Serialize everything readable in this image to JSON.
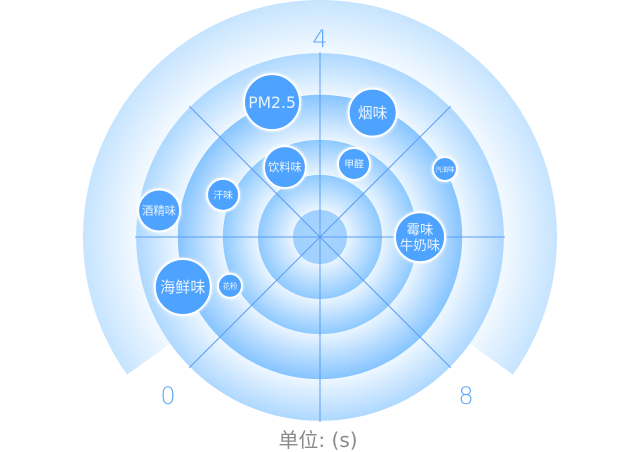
{
  "chart_data": {
    "type": "polar-bubble",
    "title": "",
    "unit_label": "单位: (s)",
    "angular_axis": {
      "min": 0,
      "max": 8,
      "tick_labels": [
        "0",
        "4",
        "8"
      ],
      "ticks": [
        0,
        4,
        8
      ]
    },
    "radial_axis": {
      "min": 0,
      "max": 5,
      "rings": [
        0.57,
        1.31,
        2.05,
        3.0,
        3.88,
        5.0
      ]
    },
    "grid": true,
    "colors": {
      "bubble": "#4da3ff",
      "ring": "#8ec9ff",
      "axis_text": "#62a8f5",
      "spoke": "#5b9ef0"
    },
    "points": [
      {
        "label": [
          "PM2.5"
        ],
        "angle": 3.42,
        "radius": 3.02,
        "size": 28
      },
      {
        "label": [
          "烟味"
        ],
        "angle": 4.68,
        "radius": 2.85,
        "size": 24
      },
      {
        "label": [
          "饮料味"
        ],
        "angle": 3.21,
        "radius": 1.65,
        "size": 21
      },
      {
        "label": [
          "甲醛"
        ],
        "angle": 4.74,
        "radius": 1.7,
        "size": 16
      },
      {
        "label": [
          "汽油味"
        ],
        "angle": 5.82,
        "radius": 3.0,
        "size": 12
      },
      {
        "label": [
          "汗味"
        ],
        "angle": 2.03,
        "radius": 2.23,
        "size": 16
      },
      {
        "label": [
          "酒精味"
        ],
        "angle": 1.61,
        "radius": 3.44,
        "size": 21
      },
      {
        "label": [
          "霉味",
          "牛奶味"
        ],
        "angle": 6.67,
        "radius": 2.11,
        "size": 25
      },
      {
        "label": [
          "海鲜味"
        ],
        "angle": 0.74,
        "radius": 3.08,
        "size": 28
      },
      {
        "label": [
          "花粉"
        ],
        "angle": 0.49,
        "radius": 2.16,
        "size": 12
      }
    ]
  }
}
